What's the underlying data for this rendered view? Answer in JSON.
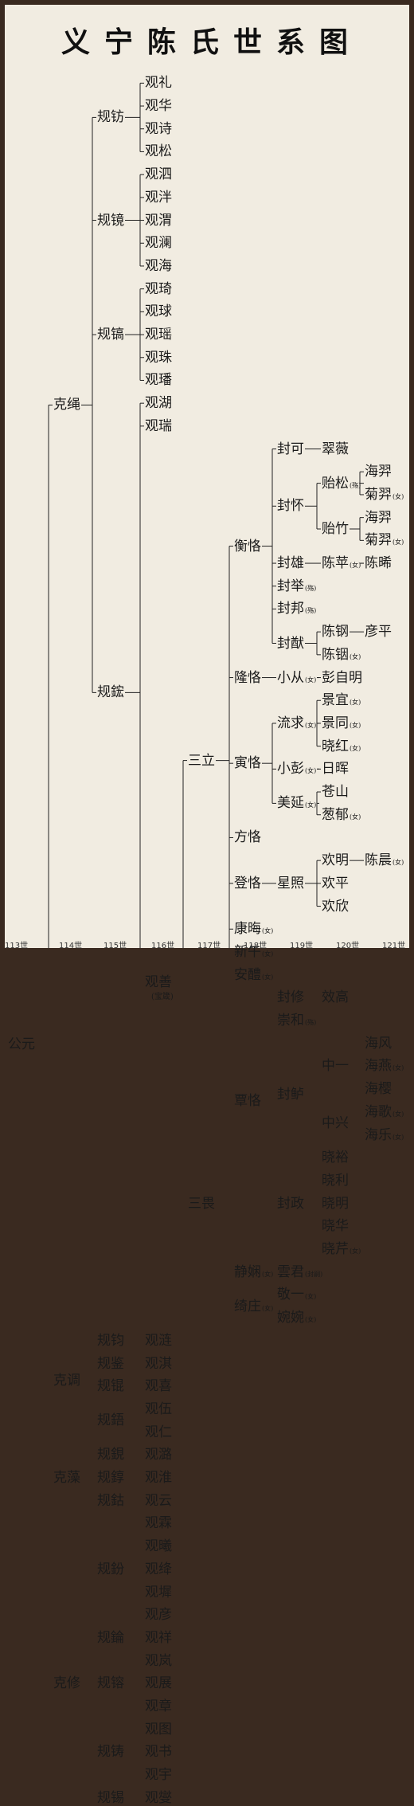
{
  "title": "义宁陈氏世系图",
  "generations": [
    "113世",
    "114世",
    "115世",
    "116世",
    "117世",
    "118世",
    "119世",
    "120世",
    "121世"
  ],
  "tree": [
    {
      "name": "公元",
      "children": [
        {
          "name": "克绳",
          "children": [
            {
              "name": "规钫",
              "children": [
                {
                  "name": "观礼"
                },
                {
                  "name": "观华"
                },
                {
                  "name": "观诗"
                },
                {
                  "name": "观松"
                }
              ]
            },
            {
              "name": "规镜",
              "children": [
                {
                  "name": "观泗"
                },
                {
                  "name": "观泮"
                },
                {
                  "name": "观渭"
                },
                {
                  "name": "观澜"
                },
                {
                  "name": "观海"
                }
              ]
            },
            {
              "name": "规镐",
              "children": [
                {
                  "name": "观琦"
                },
                {
                  "name": "观球"
                },
                {
                  "name": "观瑶"
                },
                {
                  "name": "观珠"
                },
                {
                  "name": "观璠"
                }
              ]
            },
            {
              "name": "规鋐",
              "children": [
                {
                  "name": "观湖"
                },
                {
                  "name": "观瑞"
                },
                {
                  "name": "观善",
                  "note": "(宝箴)",
                  "children": [
                    {
                      "name": "三立",
                      "children": [
                        {
                          "name": "衡恪",
                          "children": [
                            {
                              "name": "封可",
                              "children": [
                                {
                                  "name": "翠薇"
                                }
                              ]
                            },
                            {
                              "name": "封怀",
                              "children": [
                                {
                                  "name": "贻松",
                                  "tag": "(殇)",
                                  "children": [
                                    {
                                      "name": "海羿"
                                    },
                                    {
                                      "name": "菊羿",
                                      "tag": "(女)"
                                    }
                                  ]
                                },
                                {
                                  "name": "贻竹",
                                  "children": [
                                    {
                                      "name": "海羿"
                                    },
                                    {
                                      "name": "菊羿",
                                      "tag": "(女)"
                                    }
                                  ]
                                }
                              ]
                            },
                            {
                              "name": "封雄",
                              "children": [
                                {
                                  "name": "陈苹",
                                  "tag": "(女)",
                                  "children": [
                                    {
                                      "name": "陈晞"
                                    }
                                  ]
                                }
                              ]
                            },
                            {
                              "name": "封举",
                              "tag": "(殇)"
                            },
                            {
                              "name": "封邦",
                              "tag": "(殇)"
                            },
                            {
                              "name": "封猷",
                              "children": [
                                {
                                  "name": "陈钢",
                                  "children": [
                                    {
                                      "name": "彦平"
                                    }
                                  ]
                                },
                                {
                                  "name": "陈铟",
                                  "tag": "(女)"
                                }
                              ]
                            }
                          ]
                        },
                        {
                          "name": "隆恪",
                          "children": [
                            {
                              "name": "小从",
                              "tag": "(女)",
                              "children": [
                                {
                                  "name": "彭自明"
                                }
                              ]
                            }
                          ]
                        },
                        {
                          "name": "寅恪",
                          "children": [
                            {
                              "name": "流求",
                              "tag": "(女)",
                              "children": [
                                {
                                  "name": "景宜",
                                  "tag": "(女)"
                                },
                                {
                                  "name": "景同",
                                  "tag": "(女)"
                                },
                                {
                                  "name": "晓红",
                                  "tag": "(女)"
                                }
                              ]
                            },
                            {
                              "name": "小彭",
                              "tag": "(女)",
                              "children": [
                                {
                                  "name": "日晖"
                                }
                              ]
                            },
                            {
                              "name": "美延",
                              "tag": "(女)",
                              "children": [
                                {
                                  "name": "苍山"
                                },
                                {
                                  "name": "葱郁",
                                  "tag": "(女)"
                                }
                              ]
                            }
                          ]
                        },
                        {
                          "name": "方恪"
                        },
                        {
                          "name": "登恪",
                          "children": [
                            {
                              "name": "星照",
                              "children": [
                                {
                                  "name": "欢明",
                                  "children": [
                                    {
                                      "name": "陈晨",
                                      "tag": "(女)"
                                    }
                                  ]
                                },
                                {
                                  "name": "欢平"
                                },
                                {
                                  "name": "欢欣"
                                }
                              ]
                            }
                          ]
                        },
                        {
                          "name": "康晦",
                          "tag": "(女)"
                        },
                        {
                          "name": "新午",
                          "tag": "(女)"
                        },
                        {
                          "name": "安醴",
                          "tag": "(女)"
                        }
                      ]
                    },
                    {
                      "name": "三畏",
                      "children": [
                        {
                          "name": "覃恪",
                          "children": [
                            {
                              "name": "封修",
                              "children": [
                                {
                                  "name": "效高"
                                }
                              ]
                            },
                            {
                              "name": "崇和",
                              "tag": "(殇)"
                            },
                            {
                              "name": "封鲈",
                              "children": [
                                {
                                  "name": "中一",
                                  "children": [
                                    {
                                      "name": "海风"
                                    },
                                    {
                                      "name": "海燕",
                                      "tag": "(女)"
                                    },
                                    {
                                      "name": "海樱"
                                    }
                                  ]
                                },
                                {
                                  "name": "中兴",
                                  "children": [
                                    {
                                      "name": "海歌",
                                      "tag": "(女)"
                                    },
                                    {
                                      "name": "海乐",
                                      "tag": "(女)"
                                    }
                                  ]
                                }
                              ]
                            },
                            {
                              "name": "封政",
                              "children": [
                                {
                                  "name": "晓裕"
                                },
                                {
                                  "name": "晓利"
                                },
                                {
                                  "name": "晓明"
                                },
                                {
                                  "name": "晓华"
                                },
                                {
                                  "name": "晓芹",
                                  "tag": "(女)"
                                }
                              ]
                            }
                          ]
                        },
                        {
                          "name": "静娴",
                          "tag": "(女)",
                          "children": [
                            {
                              "name": "雲君",
                              "tag": "(封嗣)"
                            }
                          ]
                        },
                        {
                          "name": "绮庄",
                          "tag": "(女)",
                          "children": [
                            {
                              "name": "敬一",
                              "tag": "(女)"
                            },
                            {
                              "name": "婉婉",
                              "tag": "(女)"
                            }
                          ]
                        }
                      ]
                    }
                  ]
                }
              ]
            }
          ]
        },
        {
          "name": "克调",
          "children": [
            {
              "name": "规钧",
              "children": [
                {
                  "name": "观涟"
                }
              ]
            },
            {
              "name": "规鉴",
              "children": [
                {
                  "name": "观淇"
                }
              ]
            },
            {
              "name": "规锟",
              "children": [
                {
                  "name": "观喜"
                }
              ]
            },
            {
              "name": "规鋙",
              "children": [
                {
                  "name": "观伍"
                },
                {
                  "name": "观仁"
                }
              ]
            }
          ]
        },
        {
          "name": "克藻",
          "children": [
            {
              "name": "规鋧",
              "children": [
                {
                  "name": "观潞"
                }
              ]
            },
            {
              "name": "规錞",
              "children": [
                {
                  "name": "观淮"
                }
              ]
            },
            {
              "name": "规鈷",
              "children": [
                {
                  "name": "观云"
                }
              ]
            }
          ]
        },
        {
          "name": "克修",
          "children": [
            {
              "name": "规鈖",
              "children": [
                {
                  "name": "观霖"
                },
                {
                  "name": "观曦"
                },
                {
                  "name": "观绛"
                },
                {
                  "name": "观墀"
                },
                {
                  "name": "观彦"
                }
              ]
            },
            {
              "name": "规錀",
              "children": [
                {
                  "name": "观祥"
                }
              ]
            },
            {
              "name": "规镕",
              "children": [
                {
                  "name": "观岚"
                },
                {
                  "name": "观展"
                },
                {
                  "name": "观章"
                }
              ]
            },
            {
              "name": "规铸",
              "children": [
                {
                  "name": "观图"
                },
                {
                  "name": "观书"
                },
                {
                  "name": "观宇"
                }
              ]
            },
            {
              "name": "规锡",
              "children": [
                {
                  "name": "观燮"
                }
              ]
            }
          ]
        }
      ]
    }
  ]
}
